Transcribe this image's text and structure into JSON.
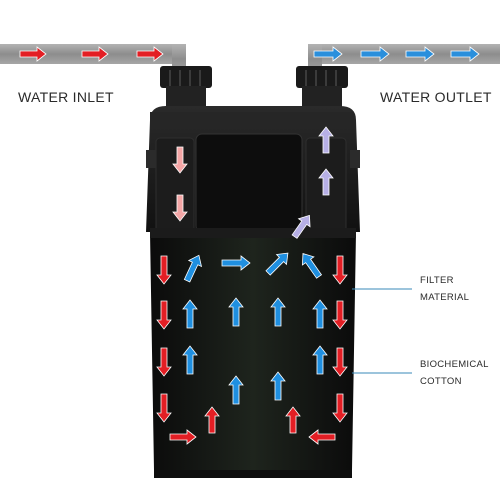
{
  "labels": {
    "water_inlet": "WATER INLET",
    "water_outlet": "WATER OUTLET",
    "filter_material_line1": "FILTER",
    "filter_material_line2": "MATERIAL",
    "biochemical_cotton_line1": "BIOCHEMICAL",
    "biochemical_cotton_line2": "COTTON"
  },
  "colors": {
    "pipe": "#9c9c9c",
    "filter_body": "#161616",
    "filter_lower": "#242a22",
    "inlet_arrow": "#e31e24",
    "descending_arrow": "#f4a6a6",
    "rising_arrow": "#b7b0e6",
    "flow_up_arrow": "#1f8fe0",
    "outlet_arrow": "#2a8fdc",
    "leader_line": "#3a8ab8"
  },
  "icons": {
    "inlet_flow": "arrow-right-icon",
    "outlet_flow": "arrow-right-icon",
    "downward_flow": "arrow-down-icon",
    "upward_flow": "arrow-up-icon"
  }
}
